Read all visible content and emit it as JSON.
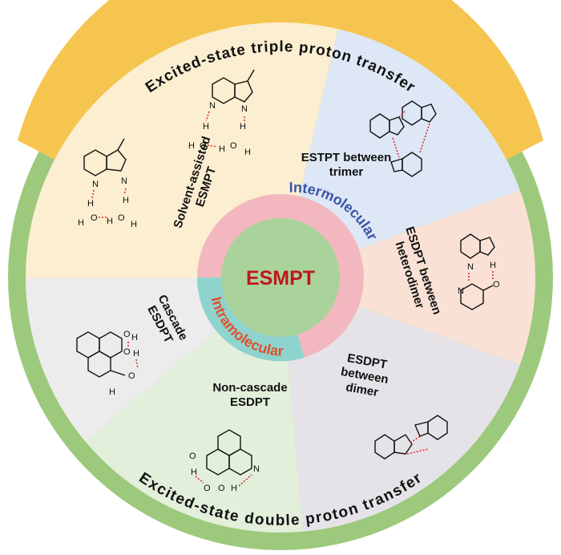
{
  "center_label": "ESMPT",
  "colors": {
    "outer_triple": "#f5c54f",
    "outer_double": "#9dc97c",
    "center_circle": "#a9d39a",
    "center_text": "#c0161b",
    "intermolecular_ring": "#f3b8bf",
    "intermolecular_text": "#3a55a8",
    "intramolecular_ring": "#8fd3cf",
    "intramolecular_text": "#e0502a"
  },
  "inner_ring": {
    "intermolecular": "Intermolecular",
    "intramolecular": "Intramolecular"
  },
  "outer_ring": {
    "triple": "Excited-state triple proton transfer",
    "double": "Excited-state double proton transfer"
  },
  "sectors": [
    {
      "id": "solvent-assisted",
      "lines": [
        "Solvent-assisted",
        "ESMPT"
      ],
      "color": "#fbeed1"
    },
    {
      "id": "trimer",
      "lines": [
        "ESTPT between",
        "trimer"
      ],
      "color": "#dde7f5"
    },
    {
      "id": "heterodimer",
      "lines": [
        "ESDPT between",
        "heterodimer"
      ],
      "color": "#f9e2d5"
    },
    {
      "id": "dimer",
      "lines": [
        "ESDPT",
        "between",
        "dimer"
      ],
      "color": "#e6e3e8"
    },
    {
      "id": "non-cascade",
      "lines": [
        "Non-cascade",
        "ESDPT"
      ],
      "color": "#e2efda"
    },
    {
      "id": "cascade",
      "lines": [
        "Cascade",
        "ESDPT"
      ],
      "color": "#ececec"
    }
  ],
  "atoms": {
    "n": "N",
    "h": "H",
    "o": "O",
    "nh": "N–H"
  }
}
